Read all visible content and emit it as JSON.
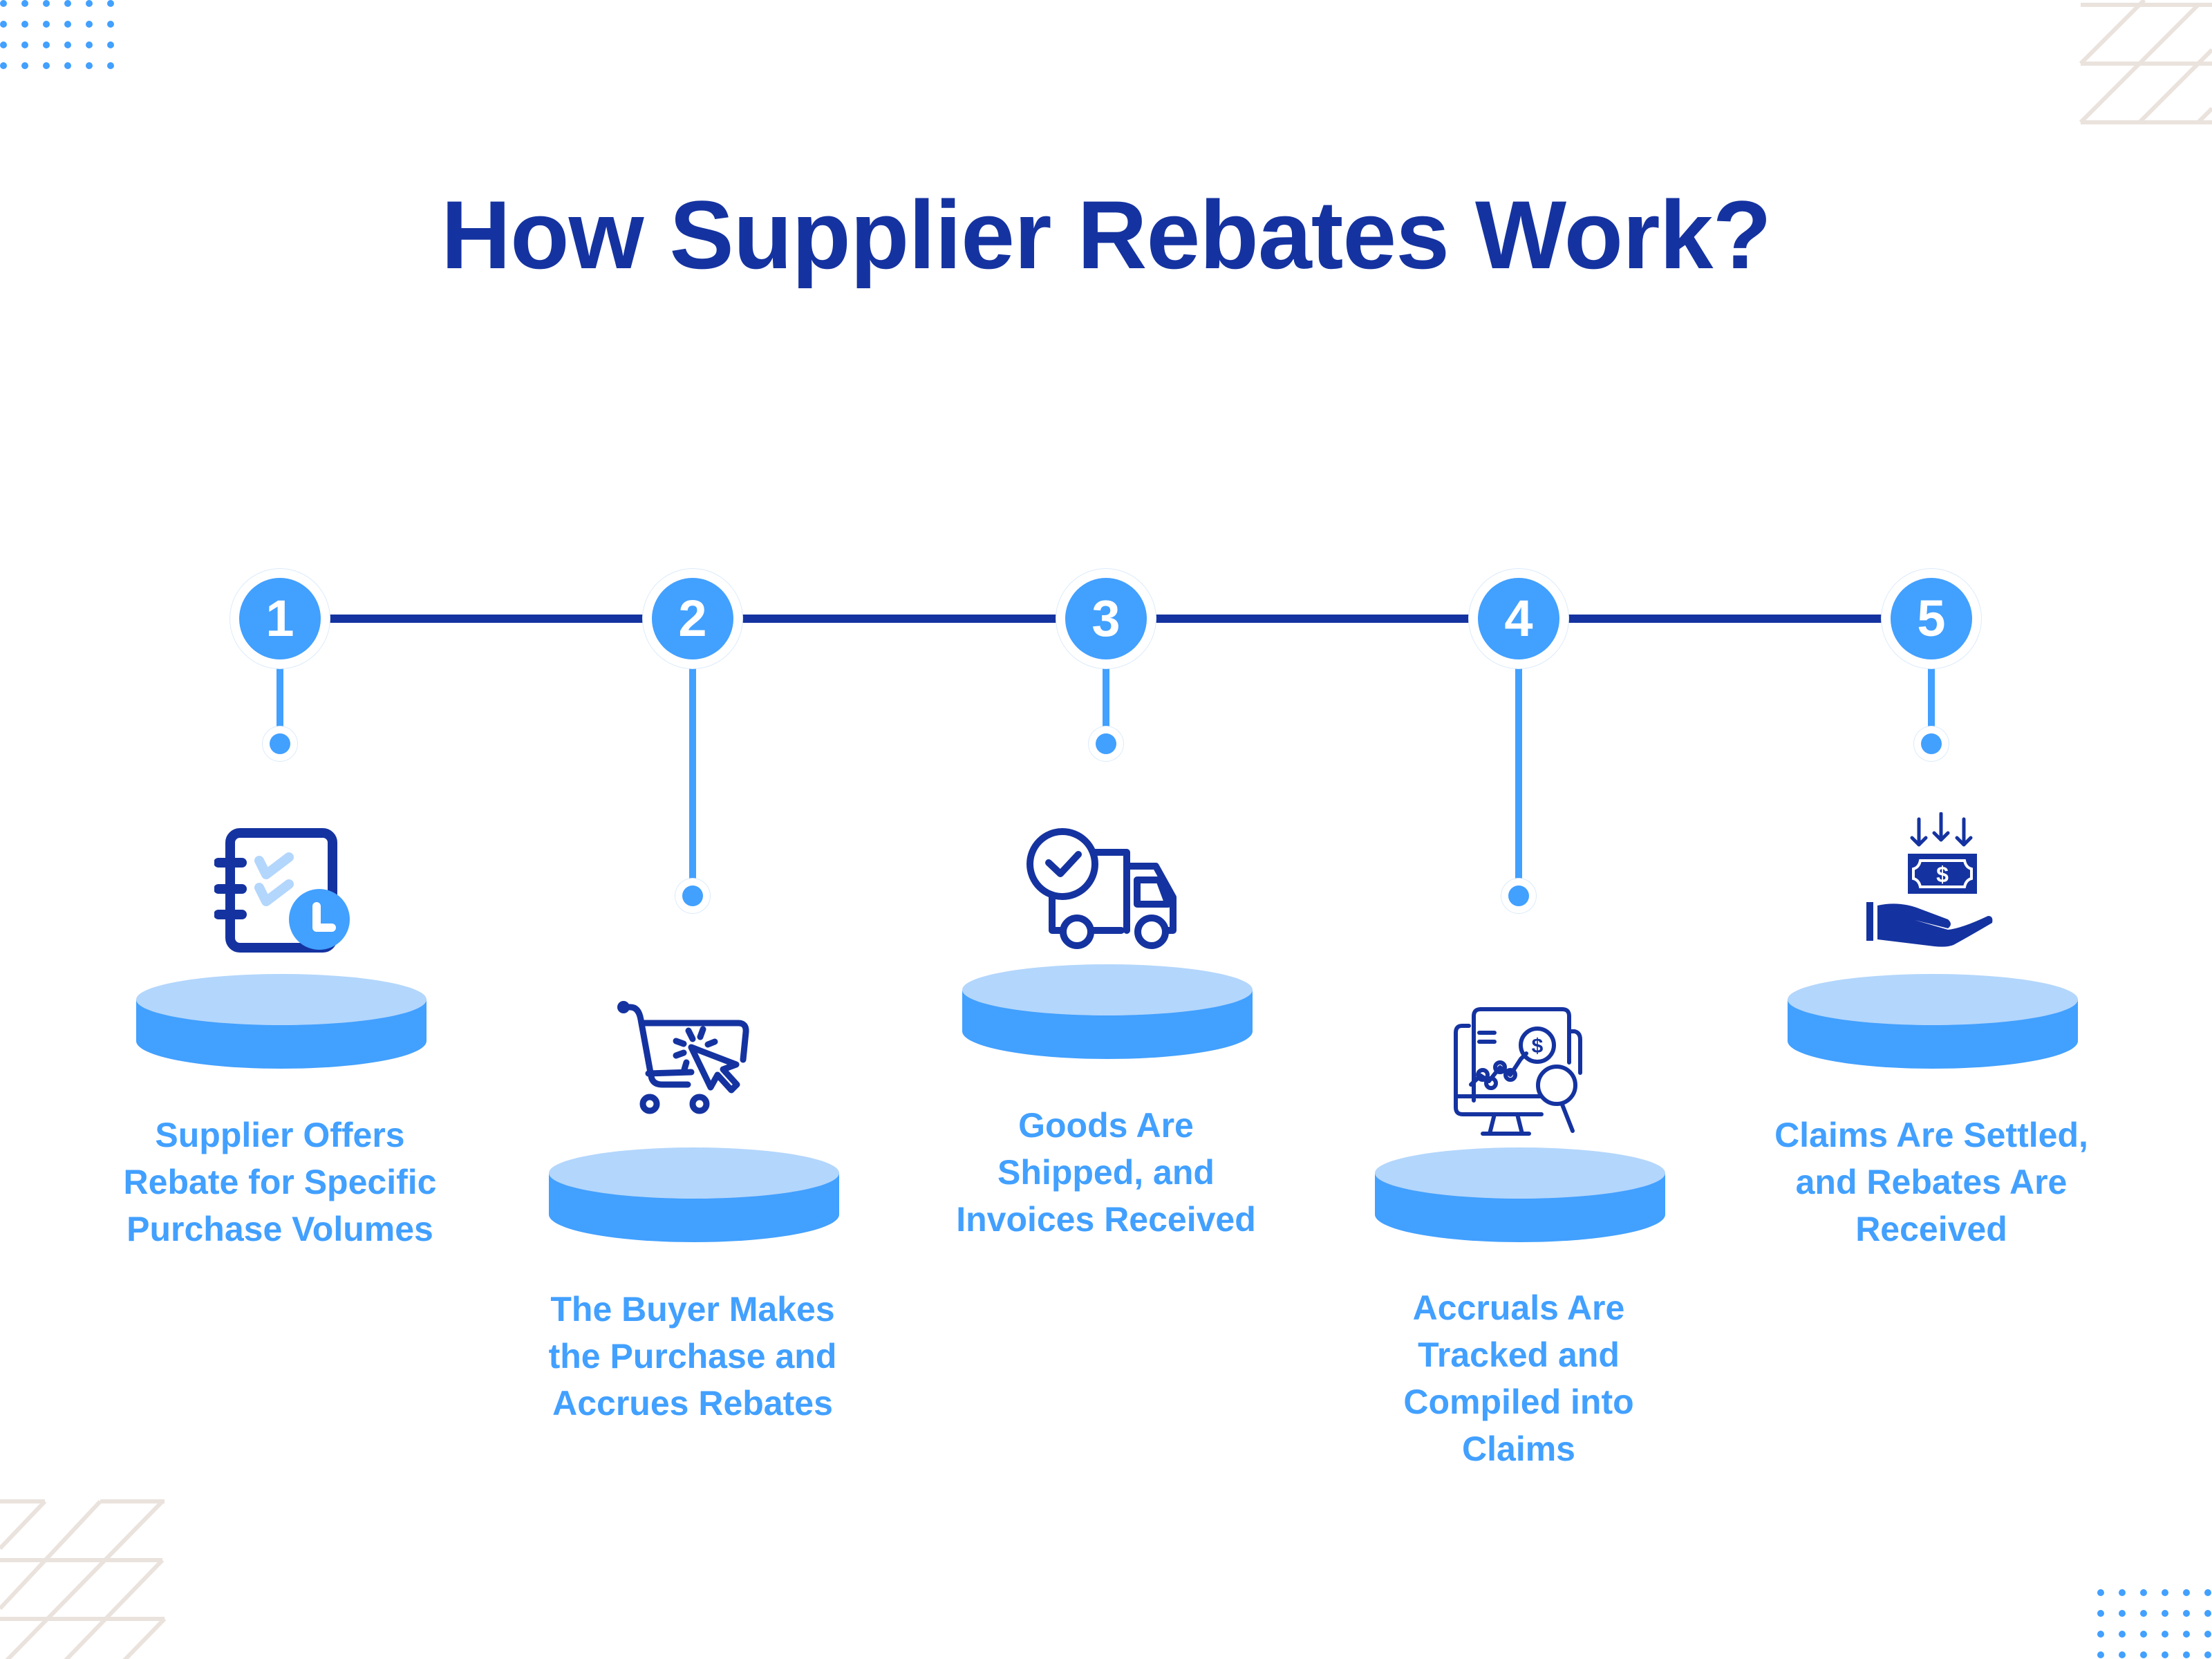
{
  "title": "How Supplier Rebates Work?",
  "colors": {
    "title": "#1533A0",
    "accent": "#42A0FF",
    "accent_light": "#B3D6FC",
    "icon_dark": "#1533A0",
    "decor": "#EAE2DC"
  },
  "steps": [
    {
      "number": "1",
      "icon": "checklist-clock-icon",
      "lines": [
        "Supplier Offers",
        "Rebate for Specific",
        "Purchase Volumes"
      ]
    },
    {
      "number": "2",
      "icon": "shopping-cart-click-icon",
      "lines": [
        "The Buyer Makes",
        "the Purchase and",
        "Accrues Rebates"
      ]
    },
    {
      "number": "3",
      "icon": "delivery-truck-check-icon",
      "lines": [
        "Goods Are",
        "Shipped, and",
        "Invoices Received"
      ]
    },
    {
      "number": "4",
      "icon": "monitor-analytics-search-icon",
      "lines": [
        "Accruals Are",
        "Tracked and",
        "Compiled into",
        "Claims"
      ]
    },
    {
      "number": "5",
      "icon": "hand-receiving-money-icon",
      "lines": [
        "Claims Are Settled,",
        "and Rebates Are",
        "Received"
      ]
    }
  ]
}
